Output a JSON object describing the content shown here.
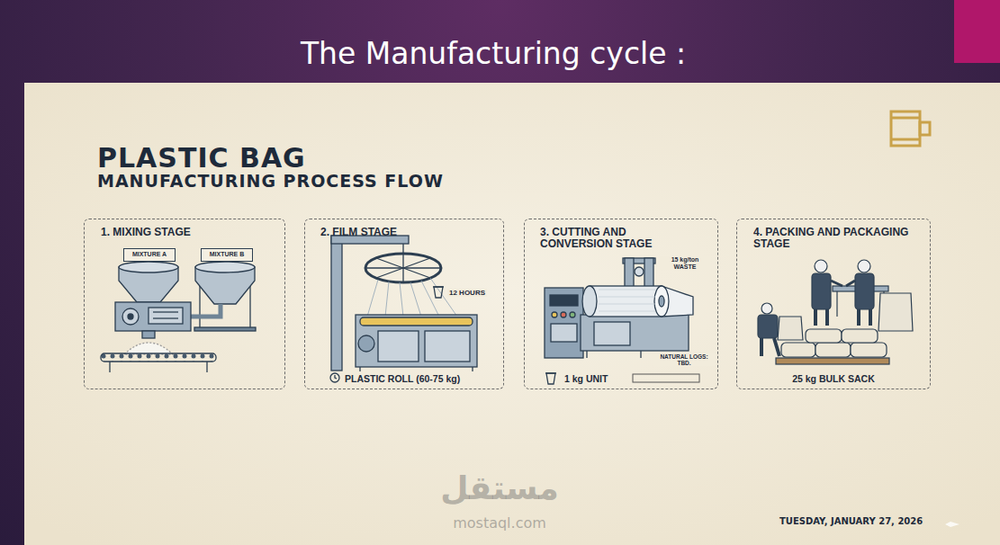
{
  "diagram": {
    "title": "The Manufacturing cycle :",
    "nodes": [
      {
        "text": [
          "1. MIXING STAGE"
        ]
      },
      {
        "text": [
          "MIXTURE A"
        ],
        "in": 0
      },
      {
        "text": [
          "MIXTURE B"
        ],
        "in": 0
      },
      {
        "text": [
          "2. FILM STAGE",
          "12 HOURS",
          "PLASTIC ROLL (60-75 kg)"
        ]
      },
      {
        "text": [
          "3. CUTTING AND CONVERSION STAGE",
          "15 kg/ton WASTE",
          "NATURAL LOGS: TBD.",
          "1 kg UNIT"
        ]
      },
      {
        "text": [
          "4. PACKING AND PACKAGING STAGE",
          "25 kg BULK SACK"
        ]
      }
    ],
    "labels": [
      "PLASTIC BAG",
      "MANUFACTURING PROCESS FLOW",
      "مستقل",
      "mostaql.com",
      "TUESDAY, JANUARY 27, 2026"
    ]
  }
}
